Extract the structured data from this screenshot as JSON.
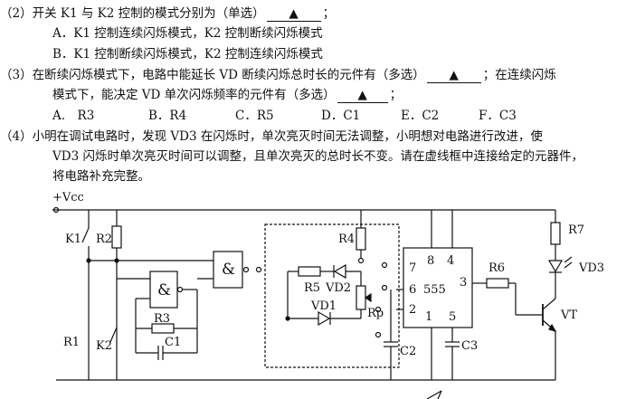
{
  "q2": {
    "prefix": "（2）开关 K1 与 K2 控制的模式分别为（单选）",
    "blank": "▲",
    "suffix": "；",
    "option_a": "A．K1 控制连续闪烁模式，K2 控制断续闪烁模式",
    "option_b": "B．K1 控制断续闪烁模式，K2 控制连续闪烁模式"
  },
  "q3": {
    "line1_prefix": "（3）在断续闪烁模式下，电路中能延长 VD 断续闪烁总时长的元件有（多选）",
    "blank1": "▲",
    "line1_suffix": "；在连续闪烁",
    "line2_prefix": "模式下，能决定 VD 单次闪烁频率的元件有（多选）",
    "blank2": "▲",
    "line2_suffix": "；",
    "options": [
      "A.　R3",
      "B．R4",
      "C．R5",
      "D．C1",
      "E．C2",
      "F．C3"
    ]
  },
  "q4": {
    "line1": "（4）小明在调试电路时，发现 VD3 在闪烁时，单次亮灭时间无法调整，小明想对电路进行改进，使",
    "line2": "VD3 闪烁时单次亮灭时间可以调整，且单次亮灭的总时长不变。请在虚线框中连接给定的元器件，",
    "line3": "将电路补充完整。"
  },
  "circuit": {
    "vcc": "+Vcc",
    "k1": "K1",
    "r2": "R2",
    "r1": "R1",
    "k2": "K2",
    "gate1": "&",
    "gate2": "&",
    "r3": "R3",
    "c1": "C1",
    "r4": "R4",
    "r5": "R5",
    "vd2": "VD2",
    "vd1": "VD1",
    "rp": "Rp",
    "c2": "C2",
    "chip_pins": {
      "p7": "7",
      "p8": "8",
      "p4": "4",
      "p6": "6",
      "name": "555",
      "p3": "3",
      "p2": "2",
      "p1": "1",
      "p5": "5"
    },
    "c3": "C3",
    "r6": "R6",
    "r7": "R7",
    "vd3": "VD3",
    "vt": "VT"
  }
}
